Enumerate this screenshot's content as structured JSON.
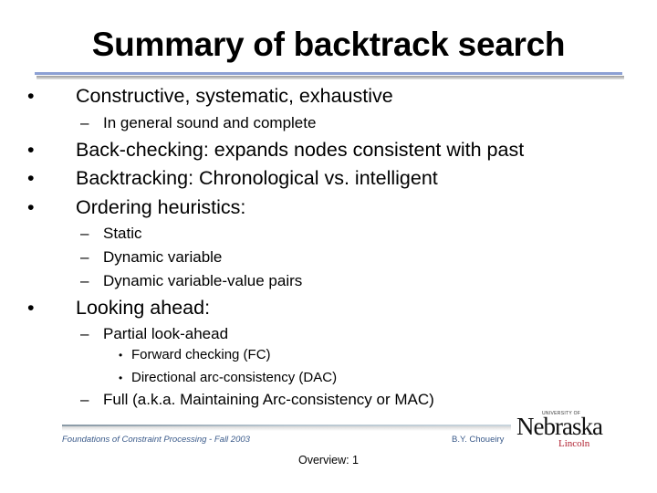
{
  "slide": {
    "title": "Summary of backtrack search",
    "bullet_glyph": "•",
    "dash_glyph": "–",
    "small_bullet_glyph": "•",
    "items": [
      {
        "text": "Constructive, systematic, exhaustive",
        "sub": [
          {
            "text": "In general sound  and complete"
          }
        ]
      },
      {
        "text": "Back-checking: expands nodes consistent with past"
      },
      {
        "text": "Backtracking: Chronological vs. intelligent"
      },
      {
        "text": "Ordering heuristics:",
        "sub": [
          {
            "text": "Static"
          },
          {
            "text": "Dynamic variable"
          },
          {
            "text": "Dynamic variable-value pairs"
          }
        ]
      },
      {
        "text": "Looking ahead:",
        "sub": [
          {
            "text": "Partial look-ahead",
            "sub": [
              {
                "text": "Forward checking (FC)"
              },
              {
                "text": "Directional arc-consistency (DAC)"
              }
            ]
          },
          {
            "text": "Full (a.k.a. Maintaining Arc-consistency or MAC)"
          }
        ]
      }
    ]
  },
  "footer": {
    "course": "Foundations of Constraint Processing - Fall 2003",
    "author": "B.Y. Choueiry",
    "logo": {
      "top": "UNIVERSITY OF",
      "main": "Nebraska",
      "sub": "Lincoln"
    },
    "page_label": "Overview: 1"
  },
  "colors": {
    "title_rule": "#8ca0d4",
    "footer_text": "#3a5a8a",
    "logo_sub": "#b02030"
  }
}
